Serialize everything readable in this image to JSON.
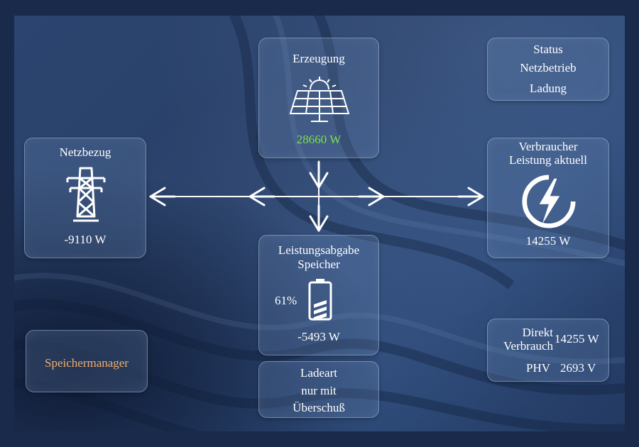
{
  "erzeugung": {
    "title": "Erzeugung",
    "value": "28660 W",
    "icon": "solar-panel-icon",
    "value_color": "#7be24a"
  },
  "status": {
    "title": "Status",
    "line1": "Netzbetrieb",
    "line2": "Ladung"
  },
  "netzbezug": {
    "title": "Netzbezug",
    "value": "-9110 W",
    "icon": "power-pylon-icon"
  },
  "verbraucher": {
    "title_line1": "Verbraucher",
    "title_line2": "Leistung aktuell",
    "value": "14255 W",
    "icon": "lightning-bolt-icon"
  },
  "speicher": {
    "title_line1": "Leistungsabgabe",
    "title_line2": "Speicher",
    "percent": "61%",
    "value": "-5493 W",
    "icon": "battery-icon",
    "charge_level": 0.61
  },
  "speichermanager": {
    "label": "Speichermanager",
    "color": "#f0b070"
  },
  "ladeart": {
    "line1": "Ladeart",
    "line2": "nur mit",
    "line3": "Überschuß"
  },
  "direkt": {
    "label_line1": "Direkt",
    "label_line2": "Verbrauch",
    "value": "14255 W",
    "phv_label": "PHV",
    "phv_value": "2693 V"
  }
}
